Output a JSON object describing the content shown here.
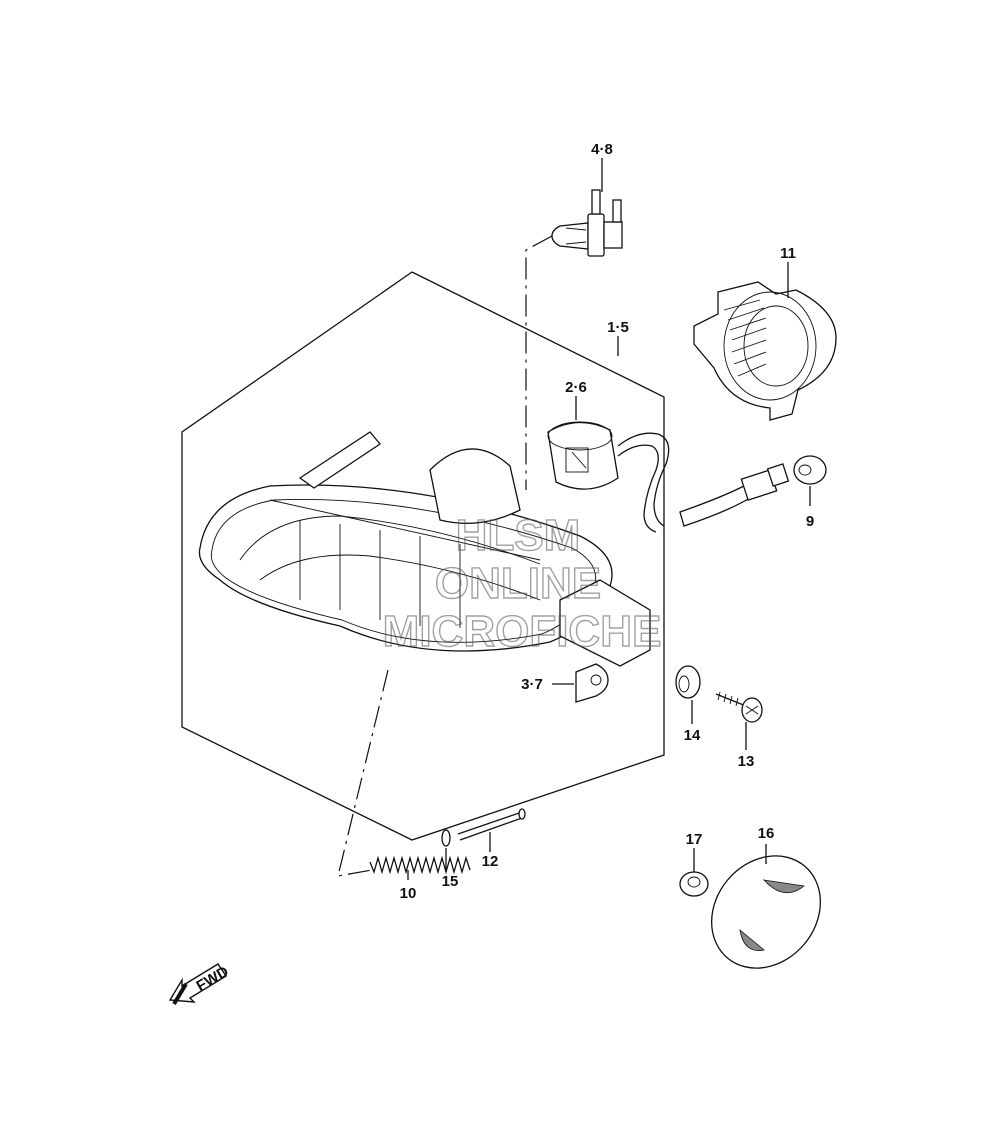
{
  "diagram": {
    "labels": {
      "p48": "4·8",
      "p11": "11",
      "p15": "1·5",
      "p26": "2·6",
      "p9": "9",
      "p37": "3·7",
      "p14": "14",
      "p13": "13",
      "p17": "17",
      "p16": "16",
      "p12": "12",
      "p10": "10",
      "p15b": "15"
    },
    "watermark": {
      "line1": "HLSM",
      "line2": "ONLINE",
      "line3": "MICROFICHE"
    },
    "fwd_arrow": {
      "label": "FWD"
    }
  }
}
